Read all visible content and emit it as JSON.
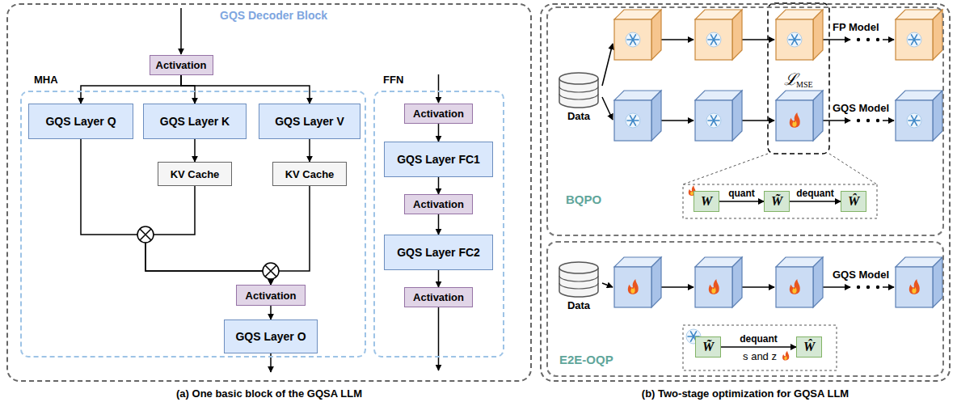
{
  "diagram": {
    "nodes": [
      {
        "text": [
          "GQS Decoder Block",
          "(a) One basic block of the GQSA LLM"
        ]
      },
      {
        "text": [
          "Activation"
        ],
        "in": 0
      },
      {
        "text": [
          "MHA"
        ],
        "in": 0
      },
      {
        "text": [
          "GQS Layer Q"
        ],
        "in": 2
      },
      {
        "text": [
          "GQS Layer K"
        ],
        "in": 2
      },
      {
        "text": [
          "GQS Layer V"
        ],
        "in": 2
      },
      {
        "text": [
          "KV Cache"
        ],
        "in": 2
      },
      {
        "text": [
          "KV Cache"
        ],
        "in": 2
      },
      {
        "text": [
          "Activation"
        ],
        "in": 2
      },
      {
        "text": [
          "GQS Layer O"
        ],
        "in": 2
      },
      {
        "text": [
          "FFN"
        ],
        "in": 0
      },
      {
        "text": [
          "Activation"
        ],
        "in": 10
      },
      {
        "text": [
          "GQS Layer FC1"
        ],
        "in": 10
      },
      {
        "text": [
          "Activation"
        ],
        "in": 10
      },
      {
        "text": [
          "GQS Layer FC2"
        ],
        "in": 10
      },
      {
        "text": [
          "Activation"
        ],
        "in": 10
      },
      {
        "text": [
          "(b) Two-stage optimization for GQSA LLM"
        ]
      },
      {
        "text": [
          "BQPO"
        ],
        "in": 16
      },
      {
        "text": [
          "Data"
        ],
        "in": 17
      },
      {
        "text": [
          "W"
        ],
        "in": 17
      },
      {
        "text": [
          "W̃"
        ],
        "in": 17
      },
      {
        "text": [
          "Ŵ"
        ],
        "in": 17
      },
      {
        "text": [
          "E2E-OQP"
        ],
        "in": 16
      },
      {
        "text": [
          "Data"
        ],
        "in": 22
      },
      {
        "text": [
          "W̃"
        ],
        "in": 22
      },
      {
        "text": [
          "Ŵ"
        ],
        "in": 22
      }
    ],
    "edges": [
      {
        "from": 1,
        "to": 3,
        "arrow": "to"
      },
      {
        "from": 1,
        "to": 4,
        "arrow": "to"
      },
      {
        "from": 1,
        "to": 5,
        "arrow": "to"
      },
      {
        "from": 4,
        "to": 6,
        "arrow": "to"
      },
      {
        "from": 5,
        "to": 7,
        "arrow": "to"
      },
      {
        "from": 3,
        "to": 8,
        "arrow": "to"
      },
      {
        "from": 6,
        "to": 8,
        "arrow": "to"
      },
      {
        "from": 7,
        "to": 8,
        "arrow": "to"
      },
      {
        "from": 8,
        "to": 9,
        "arrow": "to"
      },
      {
        "from": 11,
        "to": 12,
        "arrow": "to"
      },
      {
        "from": 12,
        "to": 13,
        "arrow": "to"
      },
      {
        "from": 13,
        "to": 14,
        "arrow": "to"
      },
      {
        "from": 14,
        "to": 15,
        "arrow": "to"
      },
      {
        "from": 19,
        "to": 20,
        "label": "quant",
        "arrow": "to"
      },
      {
        "from": 20,
        "to": 21,
        "label": "dequant",
        "arrow": "to"
      },
      {
        "from": 24,
        "to": 25,
        "label": "dequant",
        "arrow": "to"
      }
    ],
    "labels": [
      "FP Model",
      "GQS Model",
      "ℒ",
      "MSE",
      "s and z",
      "GQS Model"
    ]
  }
}
